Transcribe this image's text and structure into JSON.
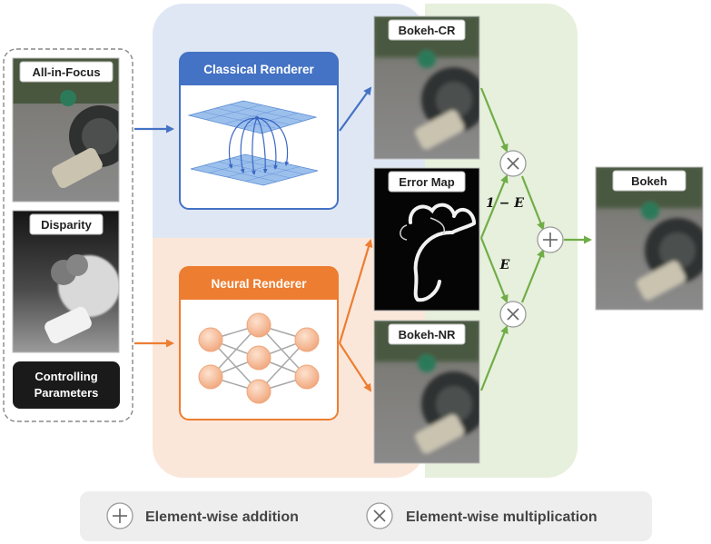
{
  "inputs": {
    "all_in_focus": "All-in-Focus",
    "disparity": "Disparity",
    "controlling_parameters_line1": "Controlling",
    "controlling_parameters_line2": "Parameters"
  },
  "renderers": {
    "classical": "Classical Renderer",
    "neural": "Neural Renderer"
  },
  "outputs": {
    "bokeh_cr": "Bokeh-CR",
    "error_map": "Error Map",
    "bokeh_nr": "Bokeh-NR",
    "bokeh": "Bokeh"
  },
  "weights": {
    "one_minus_e": "1 − E",
    "e": "E"
  },
  "legend": {
    "addition": "Element-wise addition",
    "multiplication": "Element-wise multiplication"
  },
  "colors": {
    "classical_blue": "#4472c4",
    "classical_bg": "#dfe7f4",
    "neural_orange": "#ed7d31",
    "neural_bg": "#fbe7da",
    "fusion_green": "#70ad47",
    "fusion_bg": "#e6f0dc"
  }
}
